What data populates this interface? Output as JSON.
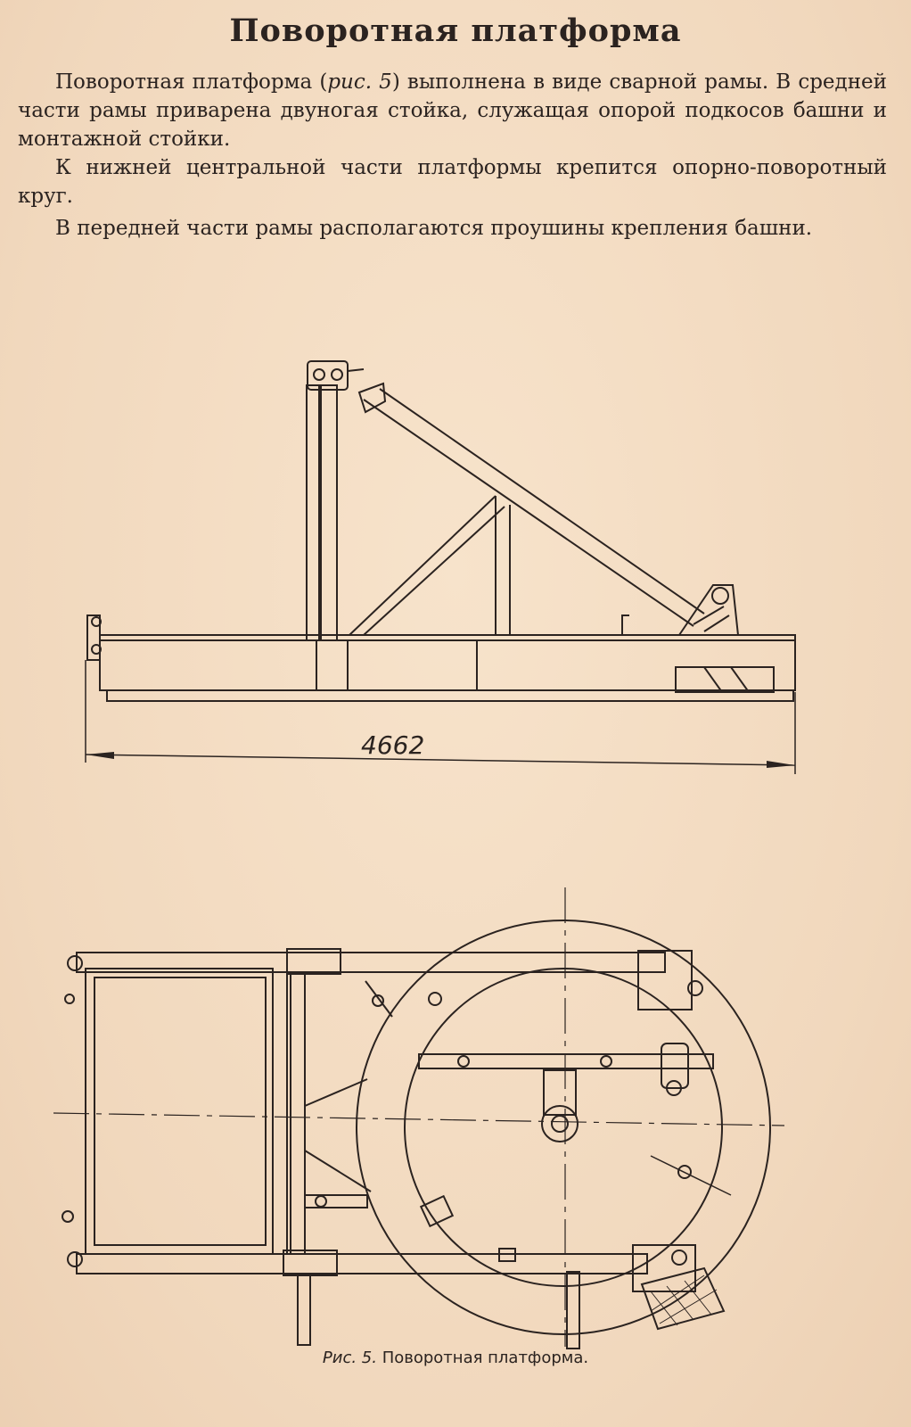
{
  "title": "Поворотная платформа",
  "paragraphs": [
    {
      "before": "Поворотная платформа (",
      "ref": "рис. 5",
      "after": ") выполнена в виде сварной рамы. В средней части рамы приварена двуногая стойка, служащая опорой подкосов башни и монтажной стойки."
    },
    {
      "text": "К нижней центральной части платформы крепится опорно-поворотный круг."
    },
    {
      "text": "В передней части рамы располагаются проушины крепления башни."
    }
  ],
  "drawing": {
    "side_view_dimension": "4662"
  },
  "caption": {
    "figure_label": "Рис. 5.",
    "text": "Поворотная платформа."
  }
}
